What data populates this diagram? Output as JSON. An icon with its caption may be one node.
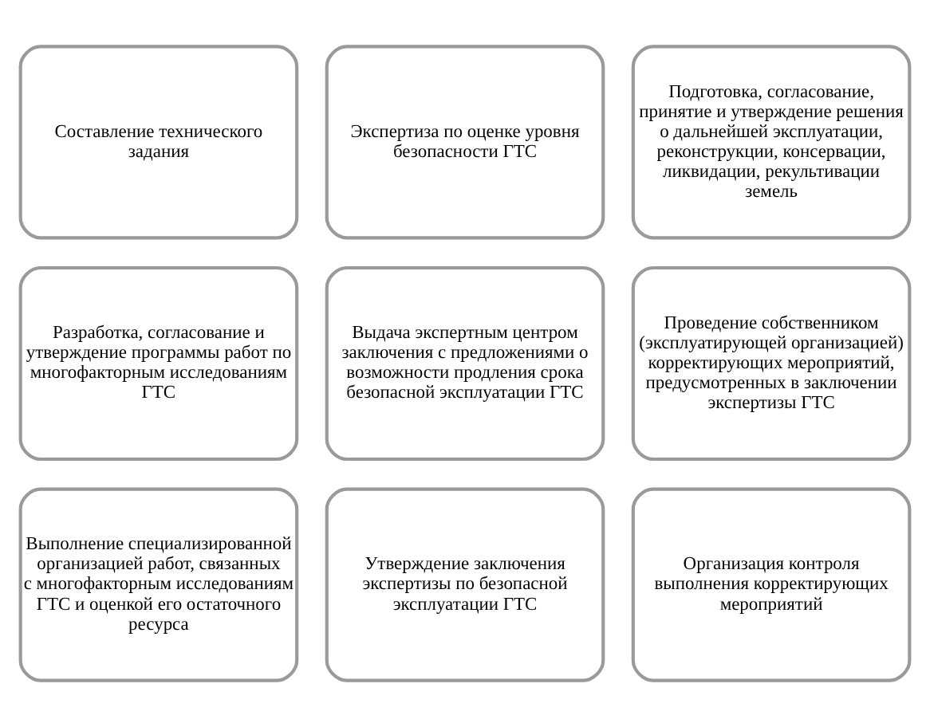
{
  "diagram": {
    "nodes": [
      {
        "text": [
          "Составление технического задания"
        ]
      },
      {
        "text": [
          "Экспертиза по оценке уровня безопасности ГТС"
        ]
      },
      {
        "text": [
          "Подготовка, согласование, принятие и утверждение решения о дальнейшей эксплуатации, реконструкции, консервации, ликвидации, рекультивации земель"
        ]
      },
      {
        "text": [
          "Разработка, согласование и утверждение программы работ по многофакторным исследованиям ГТС"
        ]
      },
      {
        "text": [
          "Выдача экспертным центром заключения с предложениями о возможности продления срока безопасной эксплуатации ГТС"
        ]
      },
      {
        "text": [
          "Проведение собственником (эксплуатирующей организацией) корректирующих мероприятий, предусмотренных в заключении экспертизы ГТС"
        ]
      },
      {
        "text": [
          "Выполнение специализированной организацией работ, связанных с многофакторным исследованиям ГТС и оценкой его остаточного ресурса"
        ]
      },
      {
        "text": [
          "Утверждение заключения экспертизы по безопасной эксплуатации ГТС"
        ]
      },
      {
        "text": [
          "Организация контроля выполнения корректирующих мероприятий"
        ]
      }
    ],
    "edges": []
  }
}
